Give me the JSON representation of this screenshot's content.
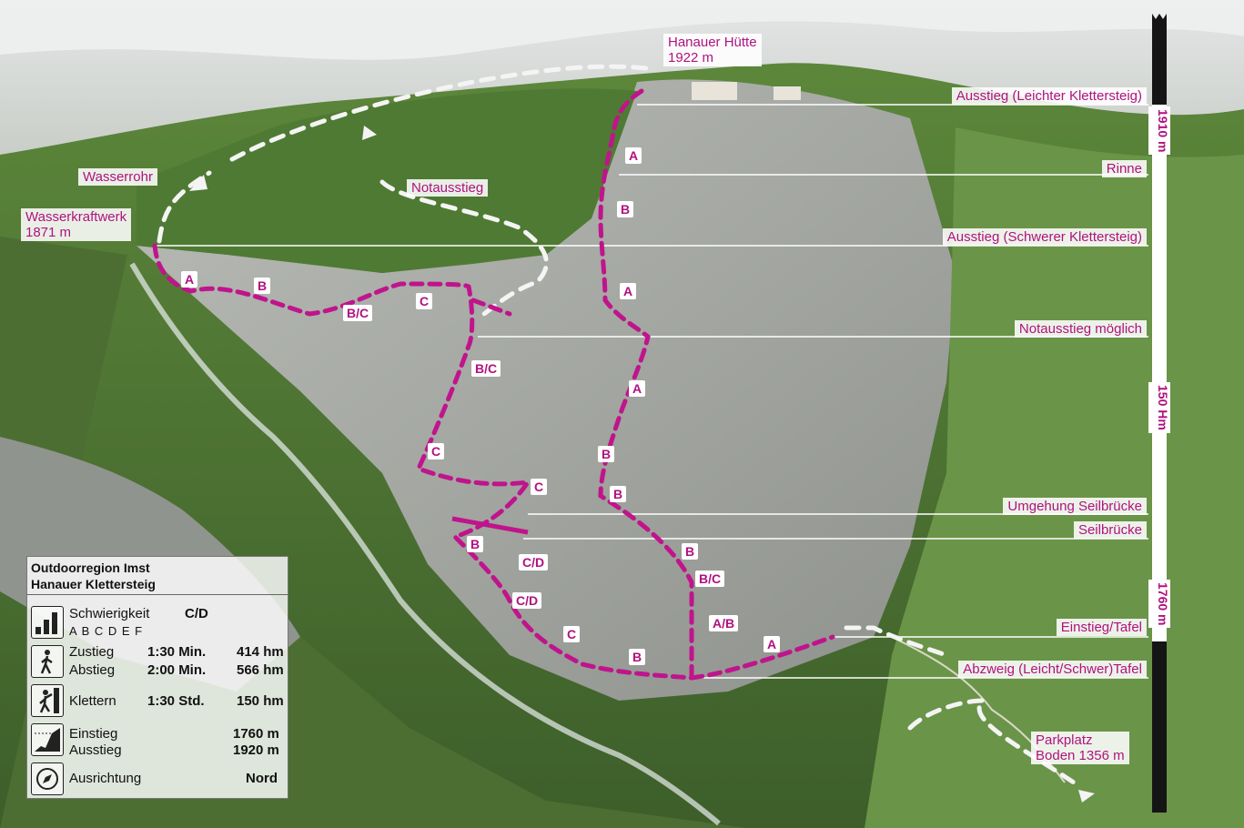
{
  "places": {
    "hanauer_huette": "Hanauer Hütte\n1922 m",
    "wasserrohr": "Wasserrohr",
    "wasserkraftwerk": "Wasserkraftwerk\n1871 m",
    "notausstieg": "Notausstieg",
    "parkplatz": "Parkplatz\nBoden 1356 m"
  },
  "markers": [
    "Ausstieg (Leichter Klettersteig)",
    "Rinne",
    "Ausstieg (Schwerer Klettersteig)",
    "Notausstieg möglich",
    "Umgehung Seilbrücke",
    "Seilbrücke",
    "Einstieg/Tafel",
    "Abzweig (Leicht/Schwer)Tafel"
  ],
  "pitches": [
    "A",
    "A",
    "B",
    "B",
    "B/C",
    "C",
    "A",
    "A",
    "B/C",
    "A",
    "C",
    "B",
    "C",
    "B",
    "B",
    "B",
    "C/D",
    "C/D",
    "B/C",
    "A/B",
    "C",
    "B",
    "A"
  ],
  "scale": {
    "top": "1910 m",
    "middle": "150 Hm",
    "bottom": "1760 m"
  },
  "info": {
    "title1": "Outdoorregion Imst",
    "title2": "Hanauer Klettersteig",
    "schwierigkeit_label": "Schwierigkeit",
    "schwierigkeit_value": "C/D",
    "grades": "A B C D E F",
    "zustieg_label": "Zustieg",
    "zustieg_time": "1:30 Min.",
    "zustieg_hm": "414 hm",
    "abstieg_label": "Abstieg",
    "abstieg_time": "2:00 Min.",
    "abstieg_hm": "566 hm",
    "klettern_label": "Klettern",
    "klettern_time": "1:30 Std.",
    "klettern_hm": "150 hm",
    "einstieg_label": "Einstieg",
    "einstieg_value": "1760 m",
    "ausstieg_label": "Ausstieg",
    "ausstieg_value": "1920 m",
    "ausrichtung_label": "Ausrichtung",
    "ausrichtung_value": "Nord"
  },
  "colors": {
    "route": "#c0148c",
    "label_text": "#b0127f",
    "scale_bar": "#151515"
  },
  "icons": [
    "difficulty-bars-icon",
    "hiker-icon",
    "climber-icon",
    "altitude-profile-icon",
    "compass-icon"
  ]
}
